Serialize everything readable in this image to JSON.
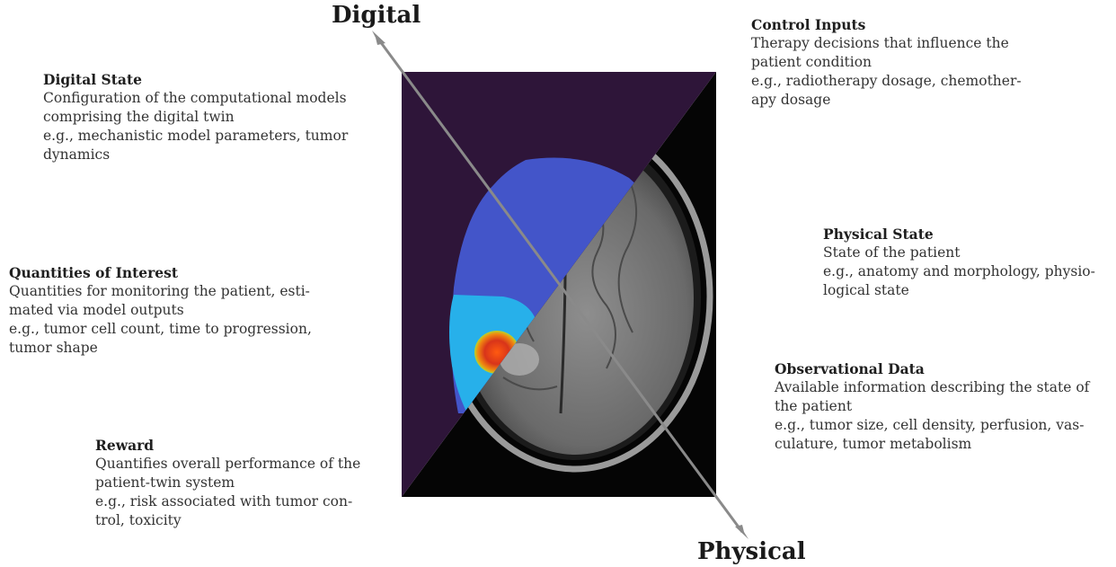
{
  "axes": {
    "top": "Digital",
    "bottom": "Physical"
  },
  "blocks": {
    "digital_state": {
      "title": "Digital State",
      "lines": [
        "Configuration of the computational models",
        "comprising the digital twin",
        "e.g., mechanistic model parameters, tumor",
        "dynamics"
      ]
    },
    "quantities": {
      "title": "Quantities of Interest",
      "lines": [
        "Quantities for monitoring the patient, esti-",
        "mated via model outputs",
        "e.g., tumor cell count, time to progression,",
        "tumor shape"
      ]
    },
    "reward": {
      "title": "Reward",
      "lines": [
        "Quantifies overall performance of the",
        "patient-twin system",
        "e.g., risk associated with tumor con-",
        "trol, toxicity"
      ]
    },
    "control_inputs": {
      "title": "Control Inputs",
      "lines": [
        "Therapy decisions that influence the",
        "patient condition",
        "e.g., radiotherapy dosage, chemother-",
        "apy dosage"
      ]
    },
    "physical_state": {
      "title": "Physical State",
      "lines": [
        "State of the patient",
        "e.g., anatomy and morphology, physio-",
        "logical state"
      ]
    },
    "observational": {
      "title": "Observational Data",
      "lines": [
        "Available information describing the state of",
        "the patient",
        "e.g., tumor size, cell density, perfusion, vas-",
        "culature, tumor metabolism"
      ]
    }
  },
  "colors": {
    "digital_background": "#2e1539",
    "physical_background": "#050505",
    "model_region": "#4355c9",
    "tumor_margin": "#27b0ea",
    "tumor_core": "#e0401a",
    "arrow": "#8a8a8a"
  }
}
